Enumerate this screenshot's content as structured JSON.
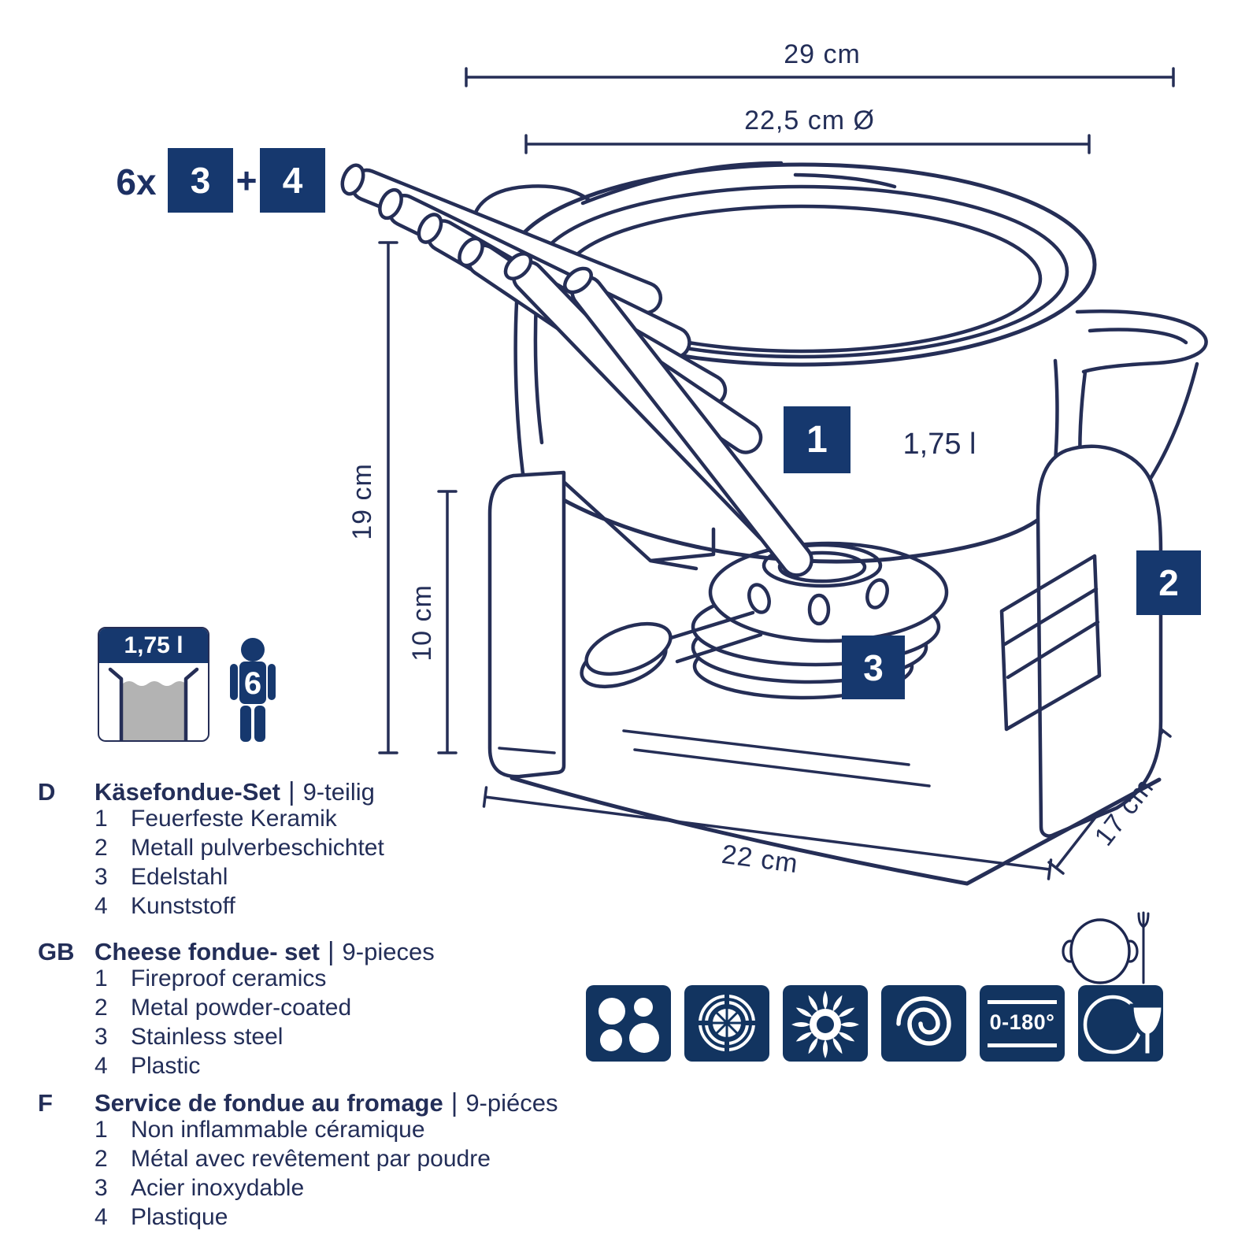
{
  "colors": {
    "line_navy": "#252e56",
    "box_navy": "#16386e",
    "tile_navy": "#123460",
    "text_navy": "#232e58",
    "water_gray": "#b3b3b3",
    "white": "#ffffff"
  },
  "dimensions": {
    "overall_width": "29 cm",
    "diameter": "22,5 cm Ø",
    "total_height": "19 cm",
    "stand_height": "10 cm",
    "base_width": "22 cm",
    "base_depth": "17 cm"
  },
  "callouts": {
    "fork_count": "6x",
    "fork_steel_part": "3",
    "plus": "+",
    "fork_handle_part": "4",
    "pot_part": "1",
    "pot_capacity": "1,75 l",
    "stand_part": "2",
    "burner_part": "3"
  },
  "capacity_card": {
    "label": "1,75 l"
  },
  "servings": {
    "count": "6"
  },
  "sections": [
    {
      "code": "D",
      "title": "Käsefondue-Set",
      "separator": "|",
      "pieces": "9-teilig",
      "items": [
        {
          "num": "1",
          "text": "Feuerfeste Keramik"
        },
        {
          "num": "2",
          "text": "Metall pulverbeschichtet"
        },
        {
          "num": "3",
          "text": "Edelstahl"
        },
        {
          "num": "4",
          "text": "Kunststoff"
        }
      ]
    },
    {
      "code": "GB",
      "title": "Cheese fondue- set",
      "separator": "|",
      "pieces": "9-pieces",
      "items": [
        {
          "num": "1",
          "text": "Fireproof ceramics"
        },
        {
          "num": "2",
          "text": "Metal powder-coated"
        },
        {
          "num": "3",
          "text": "Stainless steel"
        },
        {
          "num": "4",
          "text": "Plastic"
        }
      ]
    },
    {
      "code": "F",
      "title": "Service de fondue au fromage",
      "separator": "|",
      "pieces": "9-piéces",
      "items": [
        {
          "num": "1",
          "text": "Non inflammable céramique"
        },
        {
          "num": "2",
          "text": "Métal avec revêtement par poudre"
        },
        {
          "num": "3",
          "text": "Acier inoxydable"
        },
        {
          "num": "4",
          "text": "Plastique"
        }
      ]
    }
  ],
  "feature_tiles": {
    "oven_temp": "0-180°",
    "icons": [
      "induction-hob-icon",
      "radiant-hob-icon",
      "gas-hob-icon",
      "electric-hob-icon",
      "oven-temperature-icon",
      "dishwasher-safe-icon"
    ],
    "suitability_icon": "fondue-pot-and-fork-icon"
  }
}
